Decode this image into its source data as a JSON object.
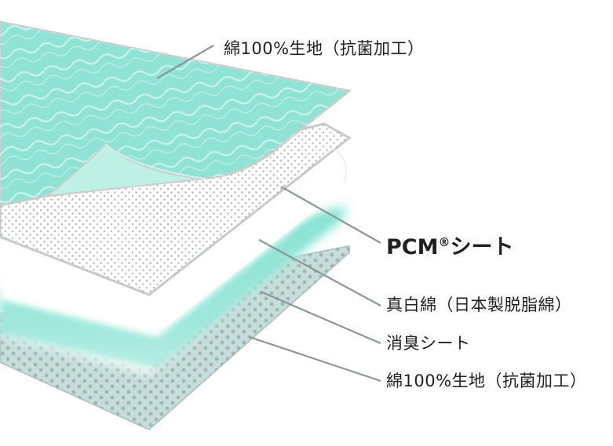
{
  "colors": {
    "fabric": "#8fe3d4",
    "fabric_light": "#bff0e6",
    "fabric_edge": "#c9cfcf",
    "pcm_sheet": "#ffffff",
    "pcm_dots": "#b9bdbd",
    "cotton": "#ffffff",
    "deodorant": "#7fe0cf",
    "bottom_fabric": "#c7dcdb",
    "bottom_dots": "#8fb3b2",
    "leader_line": "#8c9696",
    "label_text": "#231f20"
  },
  "layers": [
    {
      "id": "top-fabric",
      "label": "綿100%生地（抗菌加工）"
    },
    {
      "id": "pcm-sheet",
      "label_main": "PCM",
      "label_mark": "®",
      "label_suffix": "シート"
    },
    {
      "id": "white-cotton",
      "label": "真白綿（日本製脱脂綿）"
    },
    {
      "id": "deodorant-sheet",
      "label": "消臭シート"
    },
    {
      "id": "bottom-fabric",
      "label": "綿100%生地（抗菌加工）"
    }
  ]
}
